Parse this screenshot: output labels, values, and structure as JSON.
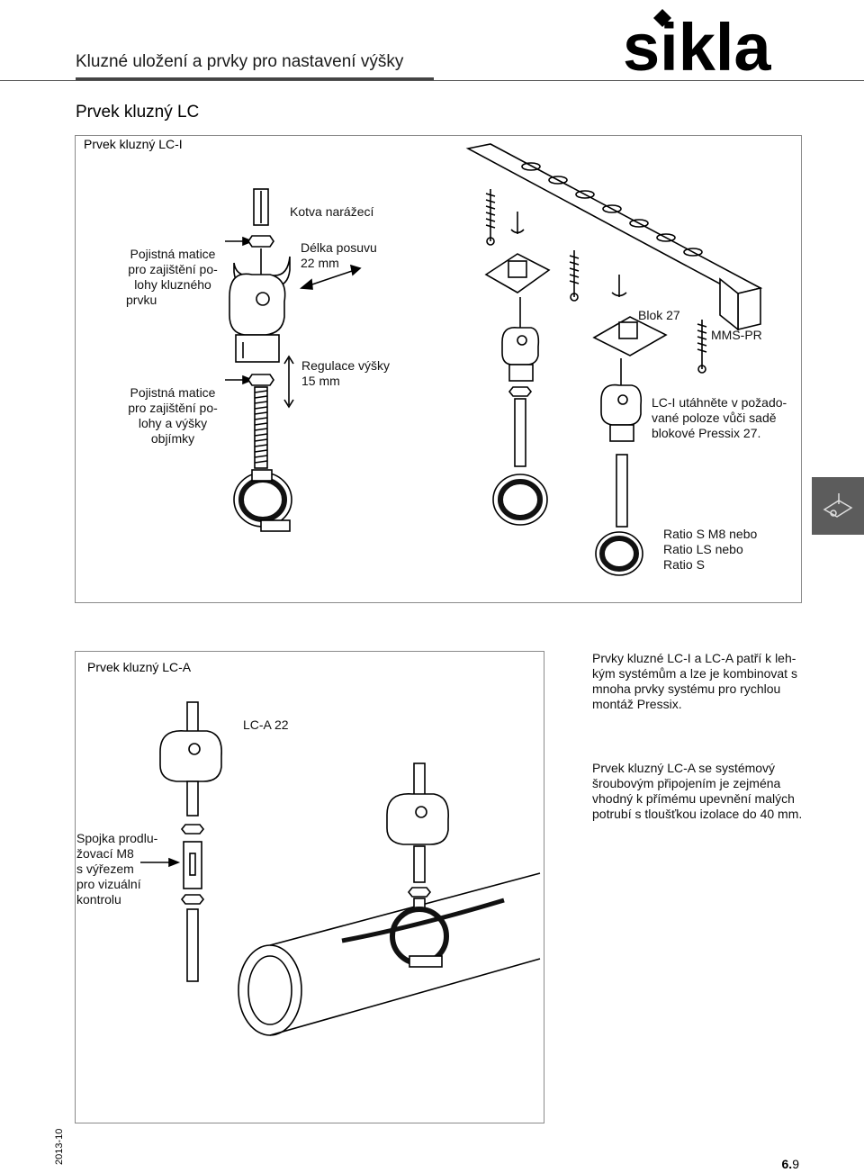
{
  "header": {
    "title": "Kluzné uložení a prvky pro nastavení výšky",
    "logo_text": "sikla"
  },
  "section_title": "Prvek kluzný LC",
  "box_lci": {
    "title": "Prvek kluzný LC-I",
    "labels": {
      "kotva": "Kotva narážecí",
      "pojistna1": [
        "Pojistná matice",
        "pro zajištění po-",
        "lohy kluzného",
        "prvku"
      ],
      "delka": [
        "Délka posuvu",
        "22 mm"
      ],
      "pojistna2": [
        "Pojistná matice",
        "pro zajištění po-",
        "lohy a výšky",
        "objímky"
      ],
      "regulace": [
        "Regulace výšky",
        "15 mm"
      ],
      "blok": "Blok 27",
      "mms": "MMS-PR",
      "utahnete": [
        "LC-I utáhněte v požado-",
        "vané poloze vůči sadě",
        "blokové Pressix 27."
      ],
      "ratio": [
        "Ratio S M8 nebo",
        "Ratio LS nebo",
        "Ratio S"
      ]
    }
  },
  "box_lca": {
    "title": "Prvek kluzný LC-A",
    "labels": {
      "lca22": "LC-A 22",
      "spojka": [
        "Spojka prodlu-",
        "žovací M8",
        "s výřezem",
        "pro vizuální",
        "kontrolu"
      ]
    }
  },
  "right_text": {
    "p1": [
      "Prvky kluzné LC-I a LC-A patří k leh-",
      "kým systémům a lze je kombinovat s",
      "mnoha prvky systému pro rychlou",
      "montáž Pressix."
    ],
    "p2": [
      "Prvek kluzný LC-A se systémový",
      "šroubovým připojením je zejména",
      "vhodný k přímému upevnění malých",
      "potrubí s tloušťkou izolace do 40 mm."
    ]
  },
  "footer": {
    "date": "2013-10",
    "page_prefix": "6.",
    "page_suffix": "9"
  },
  "colors": {
    "side_tab": "#5c5c5c",
    "box_border": "#8a8a8a",
    "rubber": "#111111"
  }
}
